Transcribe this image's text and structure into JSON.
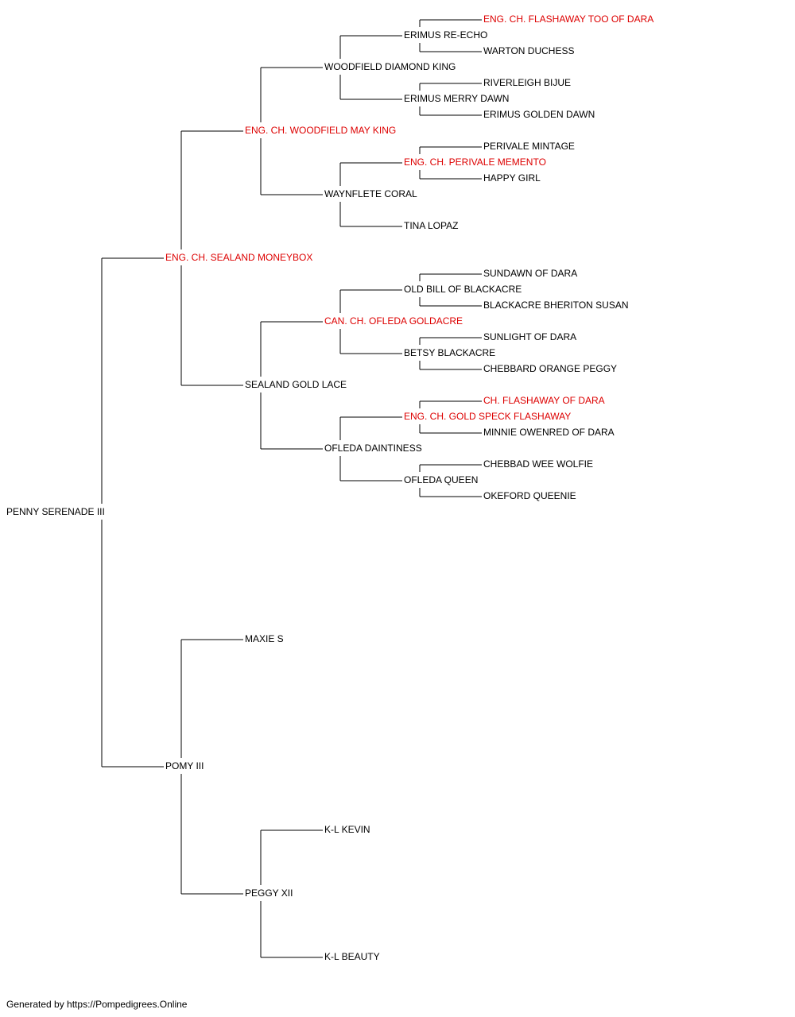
{
  "colors": {
    "text": "#000000",
    "champion": "#dd0000"
  },
  "subject": {
    "name": "PENNY SERENADE III",
    "champion": false
  },
  "pedigree": [
    {
      "key": "s",
      "name": "ENG. CH. SEALAND MONEYBOX",
      "champion": true
    },
    {
      "key": "d",
      "name": "POMY III",
      "champion": false
    },
    {
      "key": "ss",
      "name": "ENG. CH. WOODFIELD MAY KING",
      "champion": true
    },
    {
      "key": "sd",
      "name": "SEALAND GOLD LACE",
      "champion": false
    },
    {
      "key": "ds",
      "name": "MAXIE S",
      "champion": false
    },
    {
      "key": "dd",
      "name": "PEGGY XII",
      "champion": false
    },
    {
      "key": "sss",
      "name": "WOODFIELD DIAMOND KING",
      "champion": false
    },
    {
      "key": "ssd",
      "name": "WAYNFLETE CORAL",
      "champion": false
    },
    {
      "key": "sds",
      "name": "CAN. CH. OFLEDA GOLDACRE",
      "champion": true
    },
    {
      "key": "sdd",
      "name": "OFLEDA DAINTINESS",
      "champion": false
    },
    {
      "key": "dds",
      "name": "K-L KEVIN",
      "champion": false
    },
    {
      "key": "ddd",
      "name": "K-L BEAUTY",
      "champion": false
    },
    {
      "key": "ssss",
      "name": "ERIMUS RE-ECHO",
      "champion": false
    },
    {
      "key": "sssd",
      "name": "ERIMUS MERRY DAWN",
      "champion": false
    },
    {
      "key": "ssds",
      "name": "ENG. CH. PERIVALE MEMENTO",
      "champion": true
    },
    {
      "key": "ssdd",
      "name": "TINA LOPAZ",
      "champion": false
    },
    {
      "key": "sdss",
      "name": "OLD BILL OF BLACKACRE",
      "champion": false
    },
    {
      "key": "sdsd",
      "name": "BETSY BLACKACRE",
      "champion": false
    },
    {
      "key": "sdds",
      "name": "ENG. CH. GOLD SPECK FLASHAWAY",
      "champion": true
    },
    {
      "key": "sddd",
      "name": "OFLEDA QUEEN",
      "champion": false
    },
    {
      "key": "sssss",
      "name": "ENG. CH. FLASHAWAY TOO OF DARA",
      "champion": true
    },
    {
      "key": "ssssd",
      "name": "WARTON DUCHESS",
      "champion": false
    },
    {
      "key": "sssds",
      "name": "RIVERLEIGH BIJUE",
      "champion": false
    },
    {
      "key": "sssdd",
      "name": "ERIMUS GOLDEN DAWN",
      "champion": false
    },
    {
      "key": "ssdss",
      "name": "PERIVALE MINTAGE",
      "champion": false
    },
    {
      "key": "ssdsd",
      "name": "HAPPY GIRL",
      "champion": false
    },
    {
      "key": "sdsss",
      "name": "SUNDAWN OF DARA",
      "champion": false
    },
    {
      "key": "sdssd",
      "name": "BLACKACRE BHERITON SUSAN",
      "champion": false
    },
    {
      "key": "sdsds",
      "name": "SUNLIGHT OF DARA",
      "champion": false
    },
    {
      "key": "sdsdd",
      "name": "CHEBBARD ORANGE PEGGY",
      "champion": false
    },
    {
      "key": "sddss",
      "name": "CH. FLASHAWAY OF DARA",
      "champion": true
    },
    {
      "key": "sddsd",
      "name": "MINNIE OWENRED OF DARA",
      "champion": false
    },
    {
      "key": "sddds",
      "name": "CHEBBAD WEE WOLFIE",
      "champion": false
    },
    {
      "key": "sdddd",
      "name": "OKEFORD QUEENIE",
      "champion": false
    }
  ],
  "footer": "Generated by https://Pompedigrees.Online"
}
